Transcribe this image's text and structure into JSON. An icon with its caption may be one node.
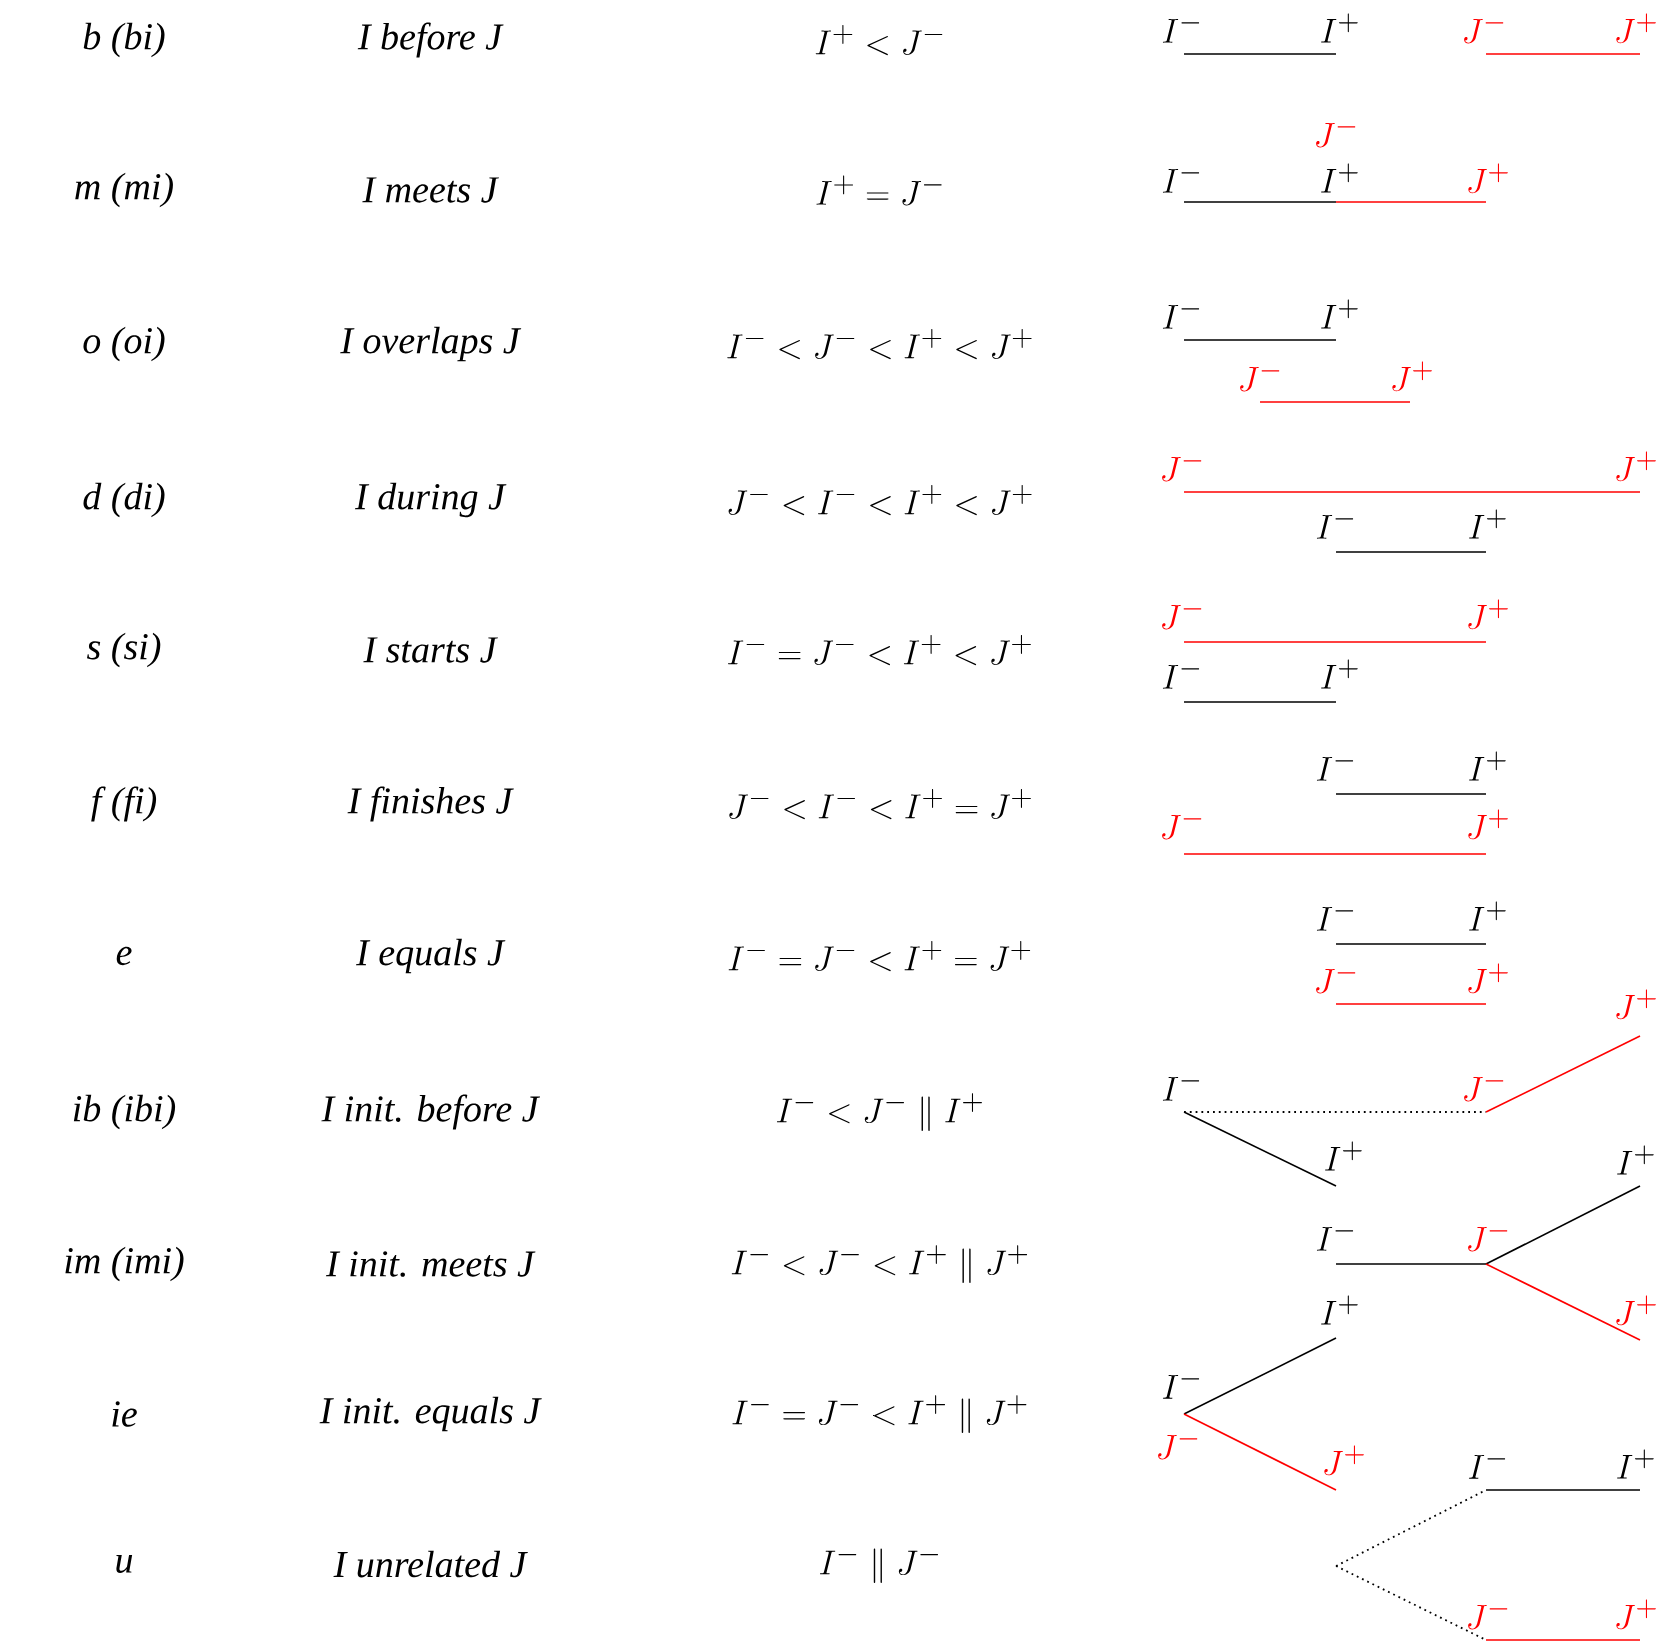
{
  "diagram": {
    "labels": [
      "b (bi)",
      "I before J",
      "I^+ < J^-",
      "I^-",
      "I^+",
      "J^-",
      "J^+",
      "m (mi)",
      "I meets J",
      "I^+ = J^-",
      "J^-",
      "I^-",
      "I^+",
      "J^+",
      "o (oi)",
      "I overlaps J",
      "I^- < J^- < I^+ < J^+",
      "I^-",
      "I^+",
      "J^-",
      "J^+",
      "d (di)",
      "I during J",
      "J^- < I^- < I^+ < J^+",
      "J^-",
      "J^+",
      "I^-",
      "I^+",
      "s (si)",
      "I starts J",
      "I^- = J^- < I^+ < J^+",
      "J^-",
      "J^+",
      "I^-",
      "I^+",
      "f (fi)",
      "I finishes J",
      "J^- < I^- < I^+ = J^+",
      "I^-",
      "I^+",
      "J^-",
      "J^+",
      "e",
      "I equals J",
      "I^- = J^- < I^+ = J^+",
      "I^-",
      "I^+",
      "J^-",
      "J^+",
      "ib (ibi)",
      "I init. before J",
      "I^- < J^- \\parallel I^+",
      "J^+",
      "I^-",
      "J^-",
      "I^+",
      "im (imi)",
      "I init. meets J",
      "I^- < J^- < I^+ \\parallel J^+",
      "I^+",
      "I^-",
      "J^-",
      "J^+",
      "ie",
      "I init. equals J",
      "I^- = J^- < I^+ \\parallel J^+",
      "I^+",
      "I^-",
      "J^-",
      "J^+",
      "u",
      "I unrelated J",
      "I^- \\parallel J^-",
      "I^-",
      "I^+",
      "J^-",
      "J^+"
    ]
  }
}
